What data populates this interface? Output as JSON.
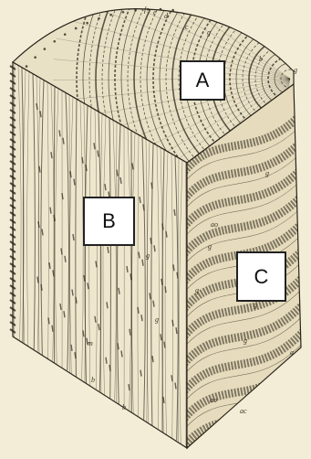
{
  "labels": {
    "a": "A",
    "b": "B",
    "c": "C"
  },
  "engraving_letters": {
    "top_row": [
      "f",
      "e",
      "d",
      "c",
      "g",
      "b",
      "g"
    ],
    "front_face": [
      "g",
      "g",
      "m"
    ],
    "right_face": [
      "g",
      "g",
      "ao",
      "g",
      "g",
      "g",
      "ao",
      "ac"
    ],
    "bottom_edge": [
      "b",
      "b"
    ],
    "corner": [
      "a"
    ]
  },
  "colors": {
    "paper": "#f3edd8",
    "ink": "#2b241a",
    "label_bg": "#ffffff",
    "label_border": "#222222"
  }
}
